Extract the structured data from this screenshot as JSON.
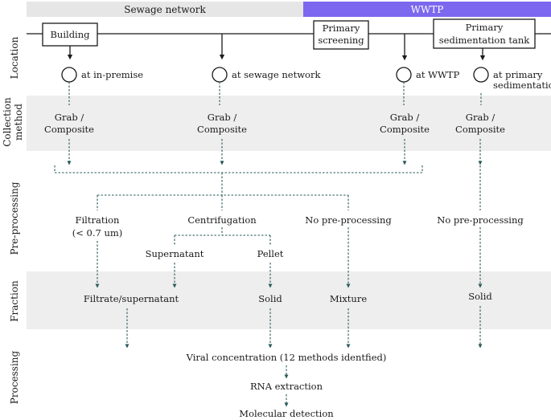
{
  "header": {
    "left_label": "Sewage network",
    "right_label": "WWTP",
    "left_color": "#e6e6e6",
    "right_color": "#7b68ee"
  },
  "row_labels": {
    "location": "Location",
    "collection_1": "Collection",
    "collection_2": "method",
    "preprocessing": "Pre-processing",
    "fraction": "Fraction",
    "processing": "Processing"
  },
  "band_color": "#eeeeee",
  "locations": {
    "building": "Building",
    "primary_screening_1": "Primary",
    "primary_screening_2": "screening",
    "primary_sed_1": "Primary",
    "primary_sed_2": "sedimentation tank"
  },
  "sampling_points": {
    "in_premise": "at in-premise",
    "sewage_network": "at sewage network",
    "wwtp": "at WWTP",
    "primary_sed_1": "at primary",
    "primary_sed_2": "sedimentation"
  },
  "collection": {
    "line1": "Grab /",
    "line2": "Composite"
  },
  "preprocessing": {
    "filtration_1": "Filtration",
    "filtration_2": "(< 0.7 um)",
    "centrifugation": "Centrifugation",
    "no_pre_1": "No pre-processing",
    "no_pre_2": "No pre-processing",
    "supernatant": "Supernatant",
    "pellet": "Pellet"
  },
  "fractions": {
    "filtrate": "Filtrate/supernatant",
    "solid_1": "Solid",
    "mixture": "Mixture",
    "solid_2": "Solid"
  },
  "processing": {
    "viral_concentration": "Viral concentration (12 methods identfied)",
    "rna_extraction": "RNA extraction",
    "molecular_detection": "Molecular detection"
  }
}
